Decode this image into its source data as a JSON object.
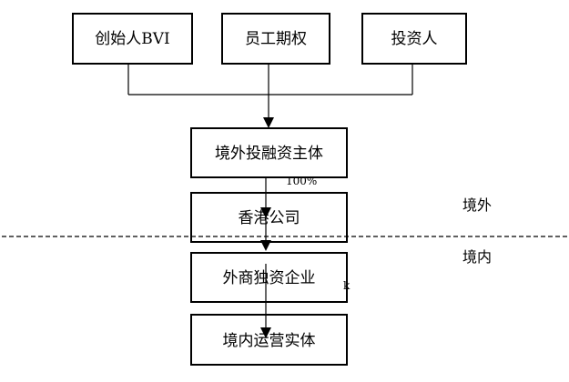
{
  "nodes": {
    "founder": "创始人BVI",
    "esop": "员工期权",
    "investor": "投资人",
    "offshore_entity": "境外投融资主体",
    "hk_company": "香港公司",
    "wfoe": "外商独资企业",
    "operating_entity": "境内运营实体"
  },
  "regions": {
    "offshore": "境外",
    "onshore": "境内"
  },
  "artifacts": {
    "percent": "100%",
    "stray": "k"
  }
}
